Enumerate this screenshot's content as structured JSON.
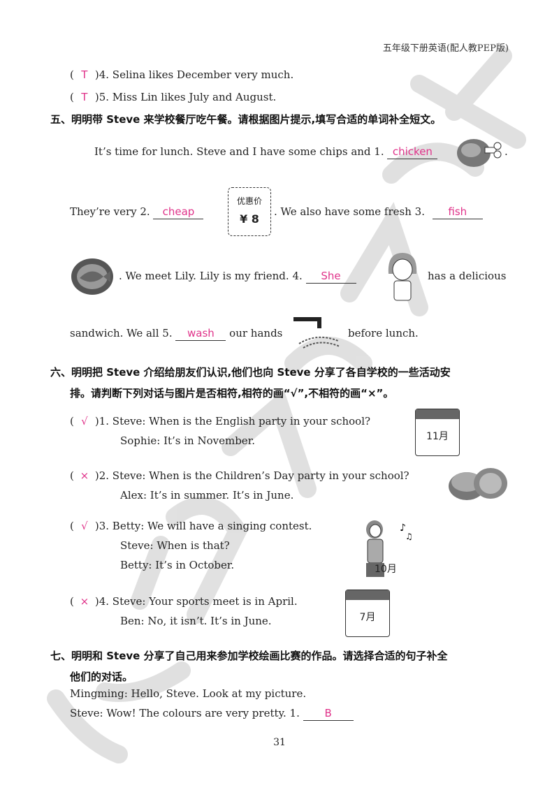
{
  "header": "五年级下册英语(配人教PEP版)",
  "part4_tail": [
    {
      "mark": "T",
      "text": ")4. Selina likes December very much."
    },
    {
      "mark": "T",
      "text": ")5. Miss Lin likes July and August."
    }
  ],
  "section5": {
    "heading": "五、明明带 Steve 来学校餐厅吃午餐。请根据图片提示,填写合适的单词补全短文。",
    "line1_text": "It’s time for lunch. Steve and I have some chips and 1.",
    "line1_period": ".",
    "line2_a": "They’re very 2.",
    "price_label": "优惠价",
    "price_value": "¥ 8",
    "line2_b": ". We also have some fresh 3.",
    "line3_a": ". We meet Lily. Lily is my friend. 4.",
    "line3_b": "has a delicious",
    "line4_a": "sandwich. We all 5.",
    "line4_b": "our hands",
    "line4_c": "before lunch.",
    "answers": [
      "chicken",
      "cheap",
      "fish",
      "She",
      "wash"
    ]
  },
  "section6": {
    "heading_line1": "六、明明把 Steve 介绍给朋友们认识,他们也向 Steve 分享了各自学校的一些活动安",
    "heading_line2": "排。请判断下列对话与图片是否相符,相符的画“√”,不相符的画“×”。",
    "items": [
      {
        "mark": "√",
        "line1": ")1. Steve: When is the English party in your school?",
        "line2": "Sophie: It’s in November.",
        "line3": ""
      },
      {
        "mark": "×",
        "line1": ")2. Steve: When is the Children’s Day party in your school?",
        "line2": "Alex: It’s in summer. It’s in June.",
        "line3": ""
      },
      {
        "mark": "√",
        "line1": ")3. Betty: We will have a singing contest.",
        "line2": "Steve: When is that?",
        "line3": "Betty: It’s in October."
      },
      {
        "mark": "×",
        "line1": ")4. Steve: Your sports meet is in April.",
        "line2": "Ben: No, it isn’t. It’s in June.",
        "line3": ""
      }
    ],
    "calendar_labels": [
      "11月",
      "10月",
      "7月"
    ]
  },
  "section7": {
    "heading_line1": "七、明明和 Steve 分享了自己用来参加学校绘画比赛的作品。请选择合适的句子补全",
    "heading_line2": "他们的对话。",
    "line1": "Mingming: Hello, Steve. Look at my picture.",
    "line2": "Steve: Wow! The colours are very pretty. 1.",
    "answer": "B"
  },
  "page_number": "31",
  "colors": {
    "answer": "#e0338a",
    "text": "#222222",
    "watermark": "#c8c8c8"
  }
}
